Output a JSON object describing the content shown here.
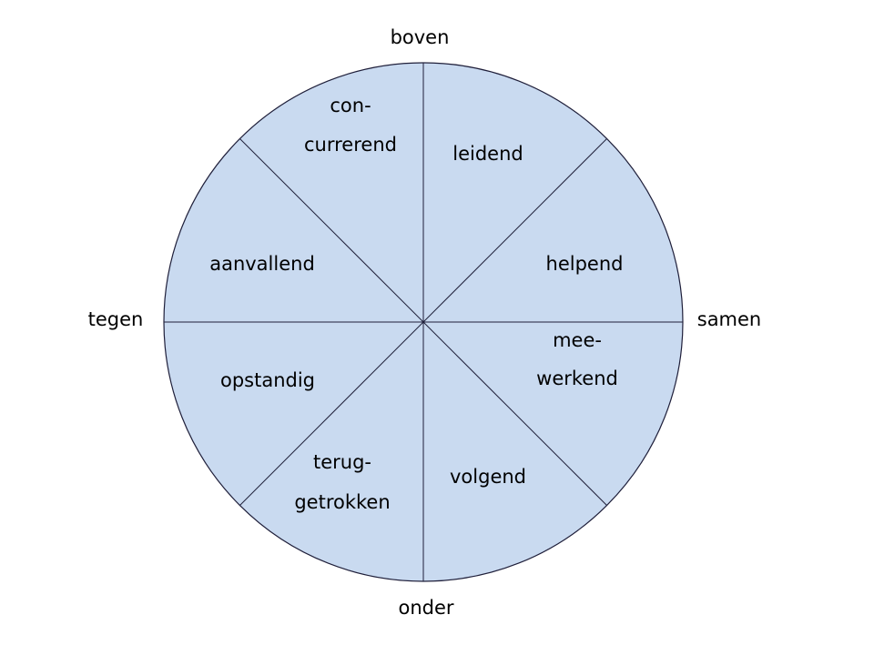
{
  "colors": {
    "fill": "#c9daf0",
    "stroke": "#1f1f3a",
    "text": "#000000"
  },
  "axes": {
    "top": "boven",
    "bottom": "onder",
    "left": "tegen",
    "right": "samen"
  },
  "segments": {
    "concurrerend": {
      "line1": "con-",
      "line2": "currerend"
    },
    "leidend": "leidend",
    "helpend": "helpend",
    "meewerkend": {
      "line1": "mee-",
      "line2": "werkend"
    },
    "volgend": "volgend",
    "teruggetrokken": {
      "line1": "terug-",
      "line2": "getrokken"
    },
    "opstandig": "opstandig",
    "aanvallend": "aanvallend"
  }
}
